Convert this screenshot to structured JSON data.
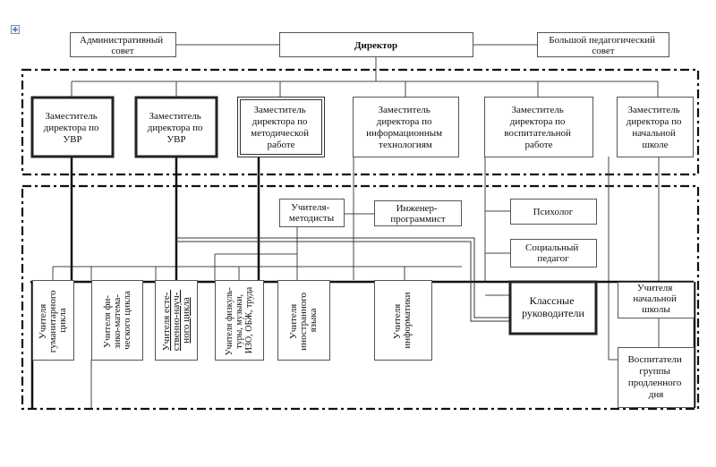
{
  "top_row": {
    "admin_council": [
      "Административный",
      "совет"
    ],
    "director": "Директор",
    "ped_council": [
      "Большой педагогический",
      "совет"
    ]
  },
  "deputies": [
    [
      "Заместитель",
      "директора по",
      "УВР"
    ],
    [
      "Заместитель",
      "директора по",
      "УВР"
    ],
    [
      "Заместитель",
      "директора по",
      "методической",
      "работе"
    ],
    [
      "Заместитель",
      "директора по",
      "информационным",
      "технологиям"
    ],
    [
      "Заместитель",
      "директора по",
      "воспитательной",
      "работе"
    ],
    [
      "Заместитель",
      "директора по",
      "начальной",
      "школе"
    ]
  ],
  "middle": {
    "methodists": [
      "Учителя-",
      "методисты"
    ],
    "programmer": [
      "Инженер-",
      "программист"
    ],
    "psychologist": "Психолог",
    "social_pedagogue": [
      "Социальный",
      "педагог"
    ]
  },
  "teacher_groups": [
    [
      "Учителя",
      "гуманитарного",
      "цикла"
    ],
    [
      "Учителя фи-",
      "зико-матема-",
      "ческого цикла"
    ],
    [
      "Учителя есте-",
      "ственно-науч-",
      "ного цикла"
    ],
    [
      "Учителя физкуль-",
      "туры, музыки,",
      "ИЗО, ОБЖ, труда"
    ],
    [
      "Учителя",
      "иностранного",
      "языка"
    ],
    [
      "Учителя",
      "информатики"
    ]
  ],
  "right_group": {
    "class_teachers": [
      "Классные",
      "руководители"
    ],
    "primary_teachers": [
      "Учителя",
      "начальной",
      "школы"
    ],
    "after_school": [
      "Воспитатели",
      "группы",
      "продленного",
      "дня"
    ]
  },
  "icons": {
    "corner": "plus-icon"
  },
  "colors": {
    "line": "#444444",
    "bold": "#111111",
    "link": "#2b6cb0"
  }
}
